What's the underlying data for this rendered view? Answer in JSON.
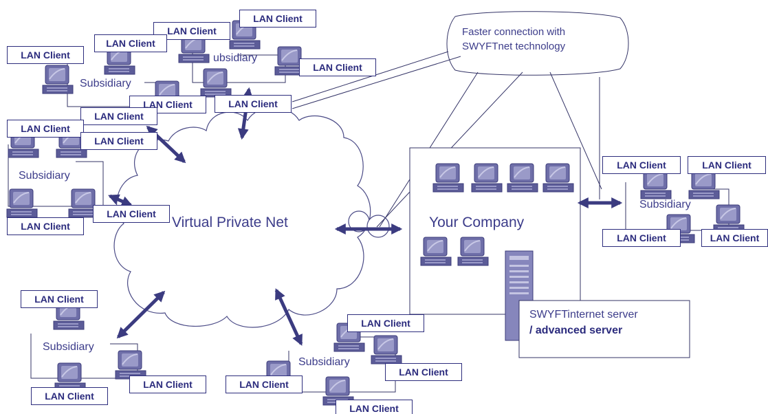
{
  "lan_label": "LAN Client",
  "subsidiary_label": "Subsidiary",
  "subsidiary_partial_label": "ubsidiary",
  "vpn_label": "Virtual Private Net",
  "company_label": "Your Company",
  "callout": {
    "line1": "Faster connection with",
    "line2": "SWYFTnet technology"
  },
  "server": {
    "line1": "SWYFTinternet server",
    "line2": "/ advanced server"
  },
  "colors": {
    "ink": "#2b2b7d",
    "line": "#333366",
    "arrow": "#3b3b80",
    "monitor": "#7878b0"
  }
}
